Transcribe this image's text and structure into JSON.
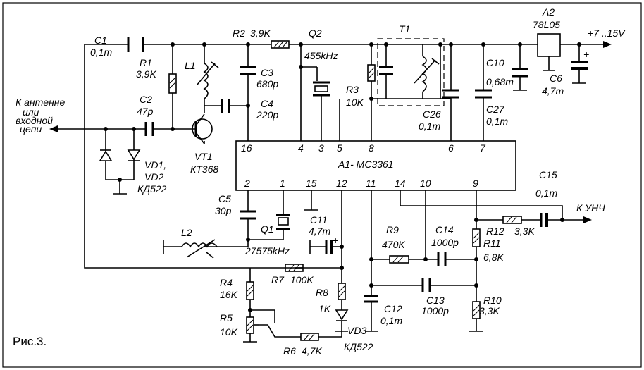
{
  "figure_caption": "Рис.3.",
  "components": {
    "C1": [
      "C1",
      "0,1m"
    ],
    "R1": [
      "R1",
      "3,9K"
    ],
    "R2": [
      "R2",
      "3,9K"
    ],
    "L1": [
      "L1"
    ],
    "C3": [
      "C3",
      "680p"
    ],
    "C4": [
      "C4",
      "220p"
    ],
    "C2": [
      "C2",
      "47p"
    ],
    "VT1": [
      "VT1",
      "КТ368"
    ],
    "VD12": [
      "VD1,",
      "VD2",
      "КД522"
    ],
    "Q2": [
      "Q2",
      "455kHz"
    ],
    "R3": [
      "R3",
      "10K"
    ],
    "T1": [
      "T1"
    ],
    "C26": [
      "C26",
      "0,1m"
    ],
    "C27": [
      "C27",
      "0,1m"
    ],
    "C10": [
      "C10",
      "0,68m"
    ],
    "A2": [
      "A2",
      "78L05"
    ],
    "C6": [
      "C6",
      "4,7m"
    ],
    "A1": [
      "A1- MC3361"
    ],
    "C5": [
      "C5",
      "30p"
    ],
    "Q1": [
      "Q1",
      "27575kHz"
    ],
    "L2": [
      "L2"
    ],
    "C11": [
      "C11",
      "4,7m"
    ],
    "C15": [
      "C15",
      "0,1m"
    ],
    "R12": [
      "R12",
      "3,3K"
    ],
    "R11": [
      "R11",
      "6,8K"
    ],
    "C14": [
      "C14",
      "1000p"
    ],
    "R9": [
      "R9",
      "470K"
    ],
    "C13": [
      "C13",
      "1000p"
    ],
    "R10": [
      "R10",
      "3,3K"
    ],
    "C12": [
      "C12",
      "0,1m"
    ],
    "R8": [
      "R8",
      "1K"
    ],
    "VD3": [
      "VD3",
      "КД522"
    ],
    "R7": [
      "R7",
      "100K"
    ],
    "R4": [
      "R4",
      "16K"
    ],
    "R5": [
      "R5",
      "10K"
    ],
    "R6": [
      "R6",
      "4,7K"
    ]
  },
  "pins": {
    "p16": "16",
    "p4": "4",
    "p3": "3",
    "p5": "5",
    "p8": "8",
    "p6": "6",
    "p7": "7",
    "p2": "2",
    "p1": "1",
    "p15": "15",
    "p12": "12",
    "p11": "11",
    "p14": "14",
    "p10": "10",
    "p9": "9"
  },
  "terminals": {
    "antenna": [
      "К антенне",
      "или",
      "входной",
      "цепи"
    ],
    "supply": "+7 ..15V",
    "output": "К УНЧ"
  },
  "plus_sign": "+"
}
